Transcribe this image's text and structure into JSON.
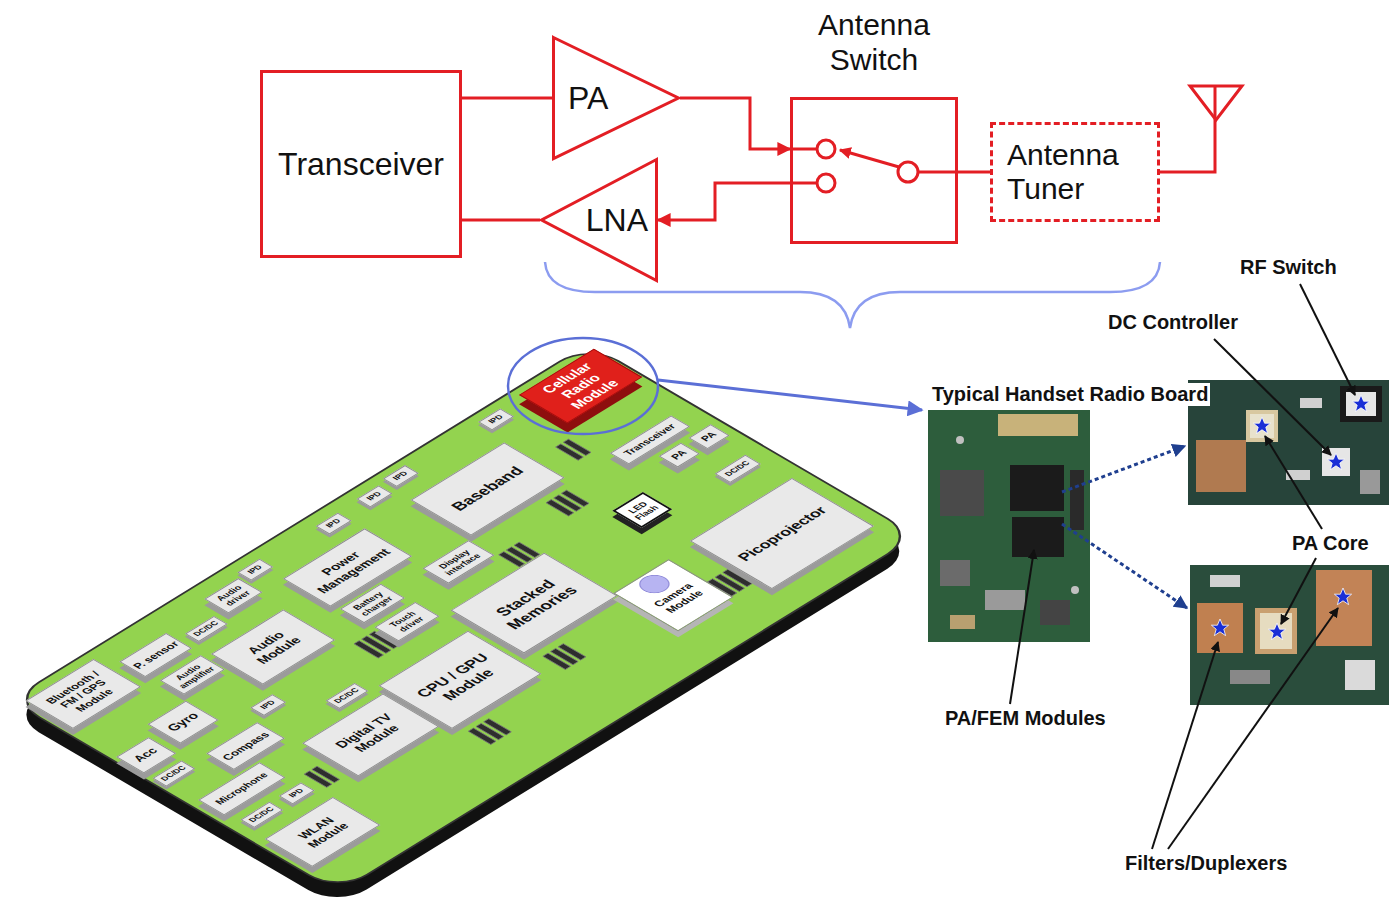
{
  "diagram": {
    "nodes": [
      {
        "text": [
          "Transceiver"
        ]
      },
      {
        "text": [
          "PA"
        ]
      },
      {
        "text": [
          "LNA"
        ]
      },
      {
        "text": [
          "Antenna Switch"
        ]
      },
      {
        "text": [
          "Antenna Tuner"
        ]
      },
      {
        "text": [
          "Cellular Radio Module"
        ]
      },
      {
        "text": [
          "IPD"
        ]
      },
      {
        "text": [
          "Transceiver"
        ]
      },
      {
        "text": [
          "PA"
        ]
      },
      {
        "text": [
          "PA"
        ]
      },
      {
        "text": [
          "DC/DC"
        ]
      },
      {
        "text": [
          "Baseband"
        ]
      },
      {
        "text": [
          "IPD"
        ]
      },
      {
        "text": [
          "IPD"
        ]
      },
      {
        "text": [
          "IPD"
        ]
      },
      {
        "text": [
          "LED Flash"
        ]
      },
      {
        "text": [
          "Picoprojector"
        ]
      },
      {
        "text": [
          "Power Management"
        ]
      },
      {
        "text": [
          "Display interface"
        ]
      },
      {
        "text": [
          "Battery charger"
        ]
      },
      {
        "text": [
          "Touch driver"
        ]
      },
      {
        "text": [
          "Audio driver"
        ]
      },
      {
        "text": [
          "IPD"
        ]
      },
      {
        "text": [
          "Stacked Memories"
        ]
      },
      {
        "text": [
          "Camera Module"
        ]
      },
      {
        "text": [
          "Audio Module"
        ]
      },
      {
        "text": [
          "P. sensor"
        ]
      },
      {
        "text": [
          "DC/DC"
        ]
      },
      {
        "text": [
          "Audio amplifier"
        ]
      },
      {
        "text": [
          "Bluetooth / FM / GPS Module"
        ]
      },
      {
        "text": [
          "CPU / GPU Module"
        ]
      },
      {
        "text": [
          "DC/DC"
        ]
      },
      {
        "text": [
          "IPD"
        ]
      },
      {
        "text": [
          "Gyro"
        ]
      },
      {
        "text": [
          "Digital TV Module"
        ]
      },
      {
        "text": [
          "Acc"
        ]
      },
      {
        "text": [
          "DC/DC"
        ]
      },
      {
        "text": [
          "Compass"
        ]
      },
      {
        "text": [
          "Microphone"
        ]
      },
      {
        "text": [
          "DC/DC"
        ]
      },
      {
        "text": [
          "IPD"
        ]
      },
      {
        "text": [
          "WLAN Module"
        ]
      }
    ],
    "edges": [
      {
        "from": 0,
        "to": 1,
        "arrow": "none"
      },
      {
        "from": 1,
        "to": 3,
        "arrow": "to"
      },
      {
        "from": 3,
        "to": 2,
        "arrow": "to"
      },
      {
        "from": 2,
        "to": 0,
        "arrow": "none"
      },
      {
        "from": 3,
        "to": 4,
        "arrow": "none"
      }
    ],
    "labels": [
      "Typical Handset Radio Board",
      "RF Switch",
      "DC Controller",
      "PA Core",
      "PA/FEM Modules",
      "Filters/Duplexers"
    ]
  }
}
